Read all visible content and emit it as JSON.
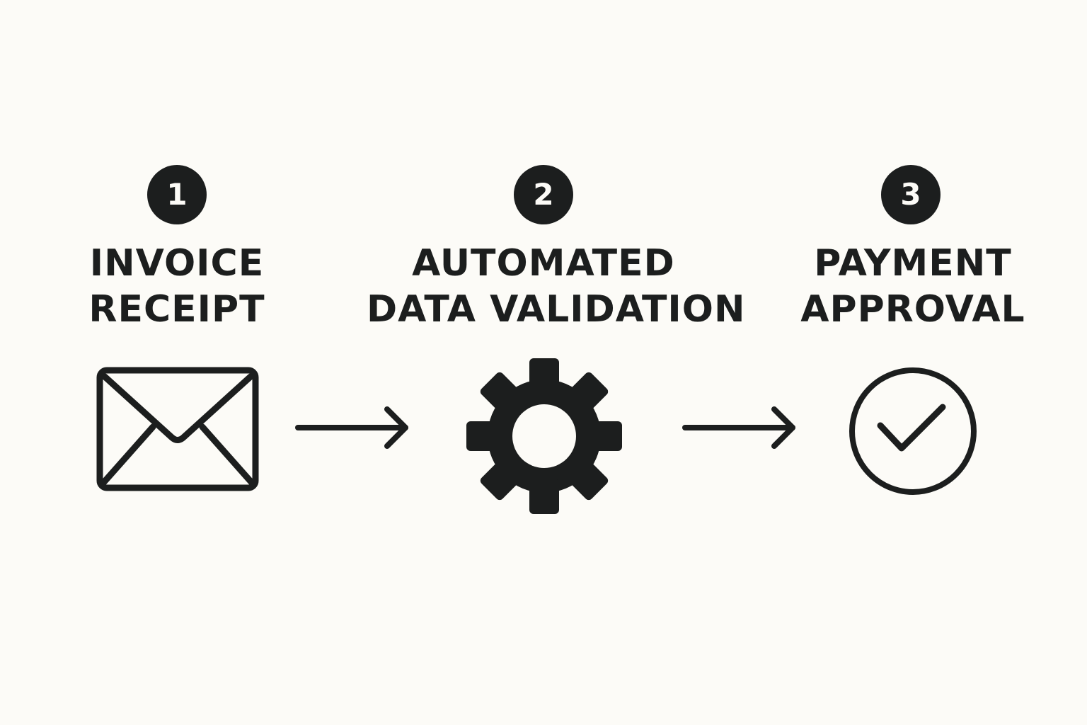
{
  "steps": [
    {
      "number": "1",
      "title_line1": "INVOICE",
      "title_line2": "RECEIPT",
      "icon": "envelope-icon"
    },
    {
      "number": "2",
      "title_line1": "AUTOMATED",
      "title_line2": "DATA VALIDATION",
      "icon": "gear-icon"
    },
    {
      "number": "3",
      "title_line1": "PAYMENT",
      "title_line2": "APPROVAL",
      "icon": "check-circle-icon"
    }
  ],
  "connectors": [
    "arrow-right-icon",
    "arrow-right-icon"
  ],
  "colors": {
    "background": "#fcfbf7",
    "ink": "#1c1e1e"
  }
}
